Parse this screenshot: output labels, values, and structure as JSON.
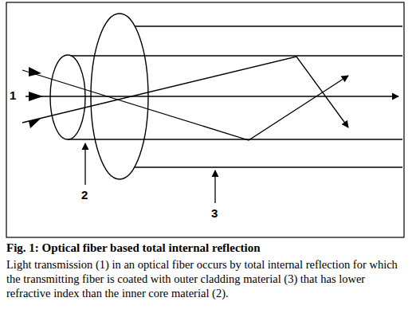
{
  "diagram": {
    "caption": "Fig. 1: Optical fiber based total internal reflection",
    "labels": [
      "1",
      "2",
      "3",
      "Light transmission (1) in an optical fiber occurs by total internal reflection for which the transmitting fiber is coated with outer cladding material (3) that has lower refractive index than the inner core material (2)."
    ]
  }
}
